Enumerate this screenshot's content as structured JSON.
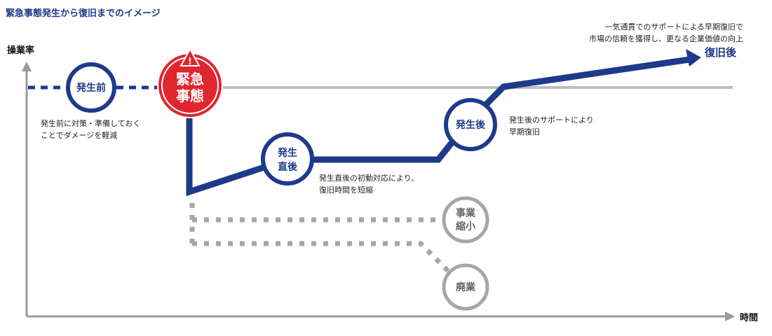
{
  "title": "緊急事態発生から復旧までのイメージ",
  "axes": {
    "y_label": "操業率",
    "x_label": "時間"
  },
  "stages": {
    "before": {
      "label": "発生前",
      "note_lines": [
        "発生前に対策・準備しておく",
        "ことでダメージを軽減"
      ]
    },
    "emergency": {
      "label_lines": [
        "緊急",
        "事態"
      ]
    },
    "immediate": {
      "label_lines": [
        "発生",
        "直後"
      ],
      "note_lines": [
        "発生直後の初動対応により、",
        "復旧時間を短縮"
      ]
    },
    "after": {
      "label": "発生後",
      "note_lines": [
        "発生後のサポートにより",
        "早期復旧"
      ]
    },
    "recovery": {
      "label": "復旧後",
      "note_lines": [
        "一気通貫でのサポートによる早期復旧で",
        "市場の信頼を獲得し、更なる企業価値の向上"
      ]
    },
    "shrink": {
      "label_lines": [
        "事業",
        "縮小"
      ]
    },
    "closure": {
      "label": "廃業"
    }
  },
  "colors": {
    "navy": "#1e3a8a",
    "red": "#e0262f",
    "gray": "#9e9e9e",
    "axis": "#9a9a9a"
  }
}
